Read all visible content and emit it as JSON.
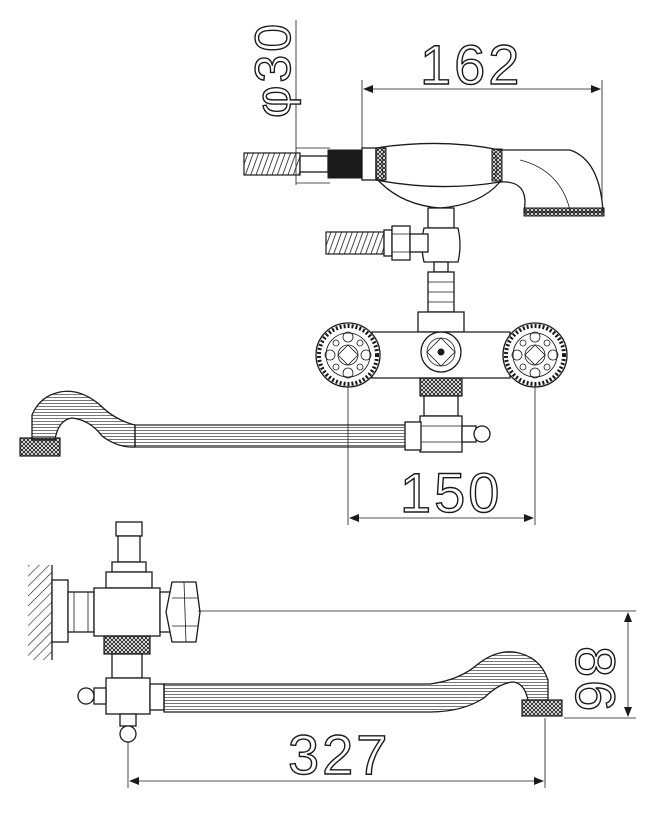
{
  "dimensions": {
    "diameter": "φ30",
    "width_top": "162",
    "handle_spacing": "150",
    "height_side": "86",
    "length_side": "327"
  }
}
